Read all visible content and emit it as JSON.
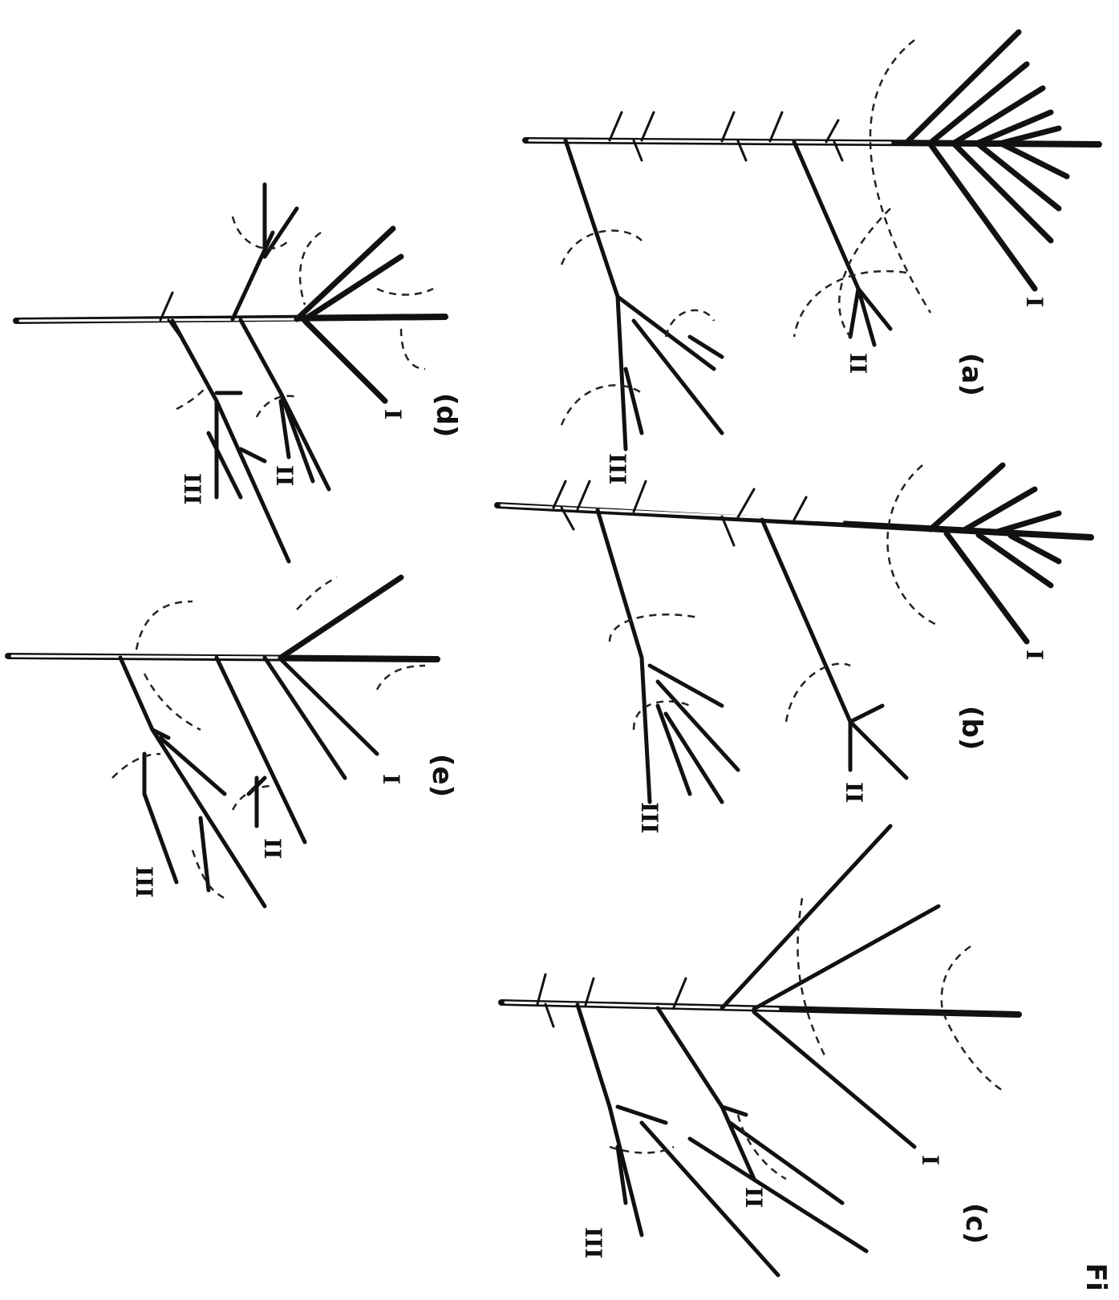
{
  "figure": {
    "fig_caption_fragment": "Fi",
    "panels": [
      {
        "id": "a",
        "label": "(a)",
        "orders": [
          "I",
          "II",
          "III"
        ]
      },
      {
        "id": "b",
        "label": "(b)",
        "orders": [
          "I",
          "II",
          "III"
        ]
      },
      {
        "id": "c",
        "label": "(c)",
        "orders": [
          "I",
          "II",
          "III"
        ]
      },
      {
        "id": "d",
        "label": "(d)",
        "orders": [
          "I",
          "II",
          "III"
        ]
      },
      {
        "id": "e",
        "label": "(e)",
        "orders": [
          "I",
          "II",
          "III"
        ]
      }
    ]
  }
}
